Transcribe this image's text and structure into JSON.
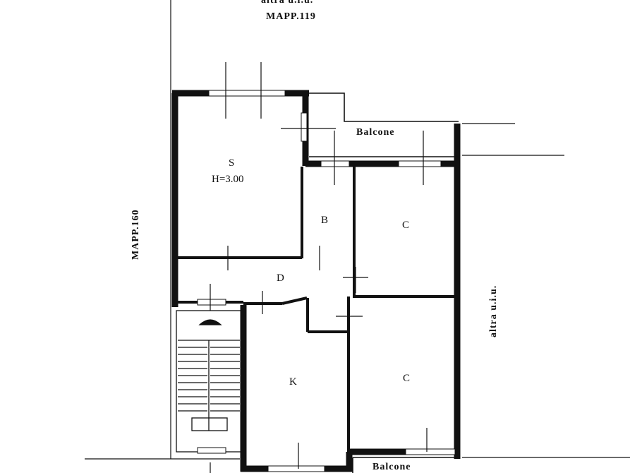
{
  "labels": {
    "top_other_unit": "altra u.i.u.",
    "top_parcel": "MAPP.119",
    "left_parcel": "MAPP.160",
    "right_other_unit": "altra u.i.u.",
    "balcony_top": "Balcone",
    "balcony_bottom": "Balcone"
  },
  "rooms": {
    "living": "S",
    "height": "H=3.00",
    "bath": "B",
    "bedroom_top": "C",
    "corridor": "D",
    "kitchen": "K",
    "bedroom_bottom": "C"
  },
  "colors": {
    "ink": "#111111",
    "paper": "#ffffff"
  }
}
